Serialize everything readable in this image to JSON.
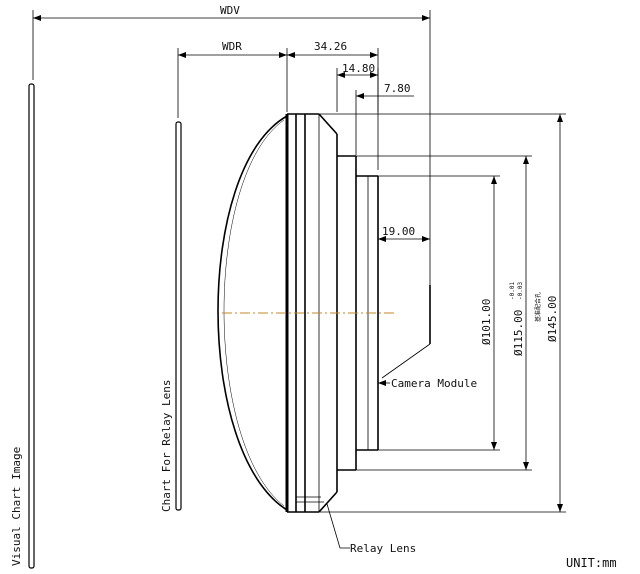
{
  "dimensions": {
    "wdv": "WDV",
    "wdr": "WDR",
    "d_34_26": "34.26",
    "d_14_80": "14.80",
    "d_7_80": "7.80",
    "d_19_00": "19.00",
    "dia_101": "Ø101.00",
    "dia_115": "Ø115.00",
    "dia_115_tol_upper": "-0.01",
    "dia_115_tol_lower": "-0.03",
    "dia_115_note": "基准配合孔",
    "dia_145": "Ø145.00"
  },
  "labels": {
    "visual_chart": "Visual Chart Image",
    "chart_relay": "Chart For Relay Lens",
    "camera_module": "Camera Module",
    "relay_lens": "Relay Lens",
    "unit": "UNIT:mm"
  }
}
